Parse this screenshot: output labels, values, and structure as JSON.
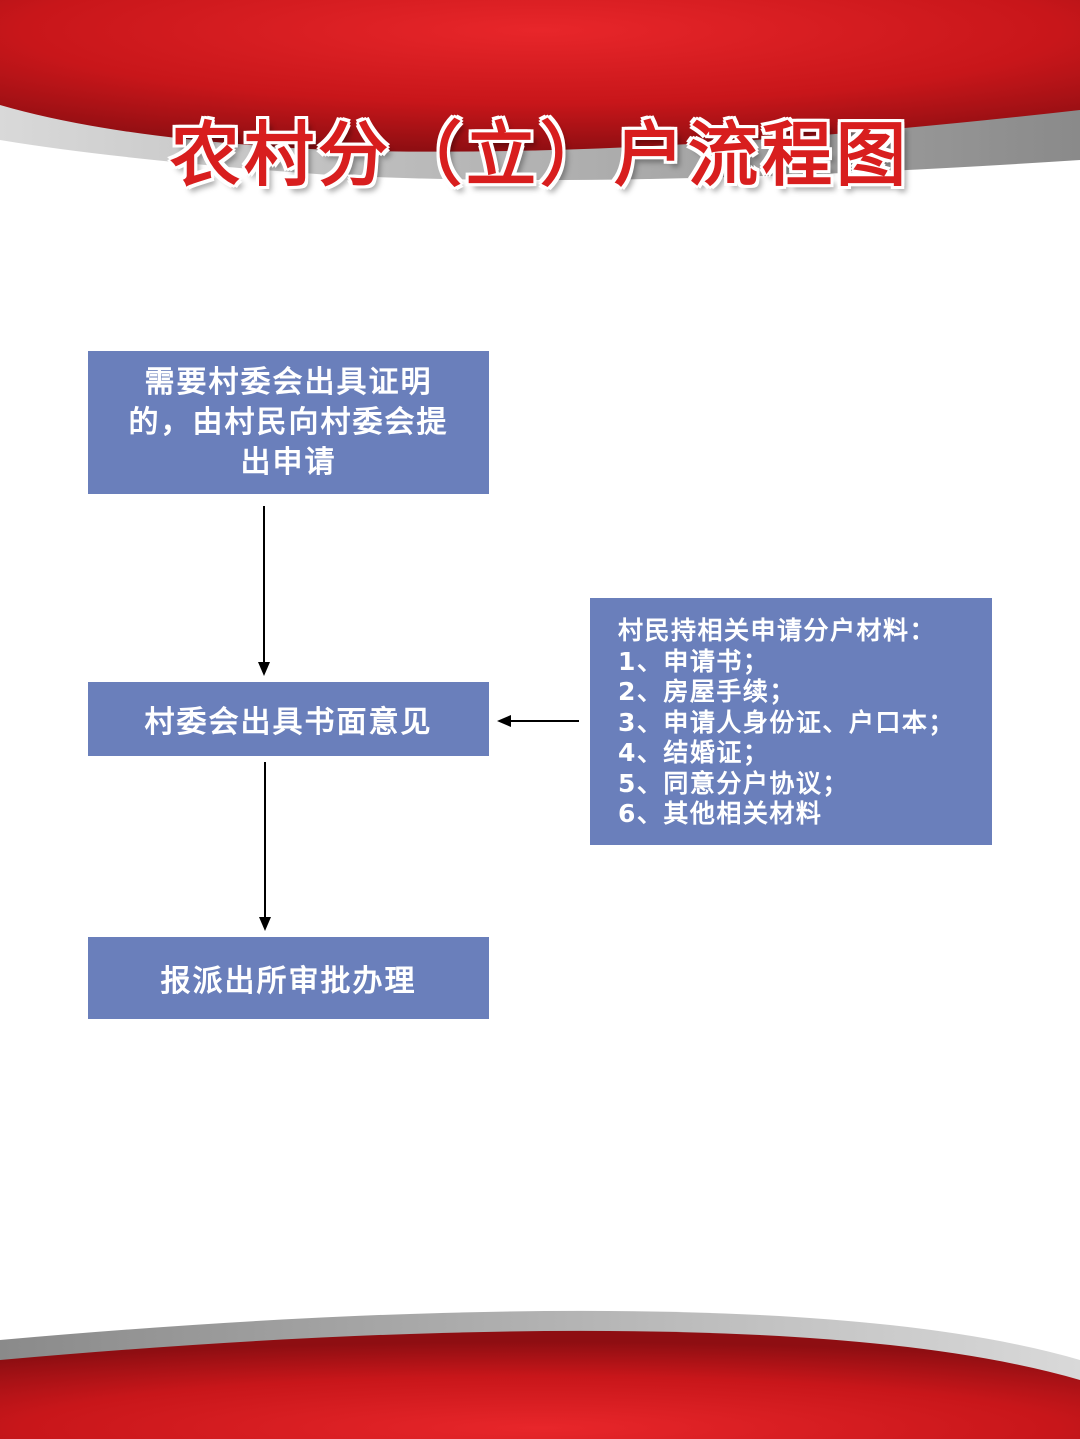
{
  "title": "农村分（立）户流程图",
  "colors": {
    "banner_red": "#c8161a",
    "banner_gray": "#a6a6a6",
    "title_red": "#d81e1e",
    "box_blue": "#6a7fbb",
    "box_text": "#ffffff",
    "arrow": "#000000"
  },
  "flow": {
    "step1": "需要村委会出具证明的，由村民向村委会提出申请",
    "step2": "村委会出具书面意见",
    "step3": "报派出所审批办理"
  },
  "materials": {
    "heading": "村民持相关申请分户材料：",
    "items": [
      "1、申请书；",
      "2、房屋手续；",
      "3、申请人身份证、户口本；",
      "4、结婚证；",
      "5、同意分户协议；",
      "6、其他相关材料"
    ]
  },
  "connectors": [
    {
      "from": "step1",
      "to": "step2",
      "label": ""
    },
    {
      "from": "step2",
      "to": "step3",
      "label": ""
    },
    {
      "from": "materials",
      "to": "step2",
      "label": ""
    }
  ]
}
